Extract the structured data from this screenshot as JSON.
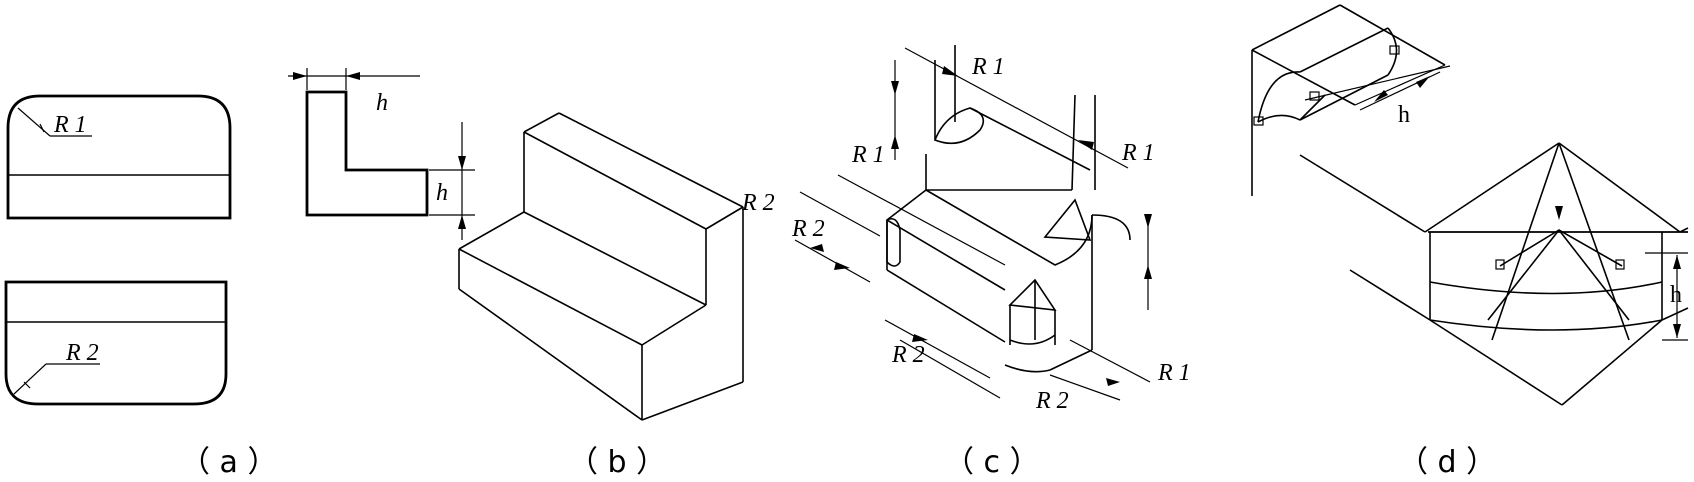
{
  "panels": {
    "a": {
      "caption": "（ a ）",
      "label_top": "R 1",
      "label_bottom": "R 2"
    },
    "b": {
      "caption": "（ b ）",
      "label_h_top": "h",
      "label_h_side": "h"
    },
    "c": {
      "caption": "（ c ）",
      "labels": [
        "R 1",
        "R 1",
        "R 1",
        "R 1",
        "R 2",
        "R 2",
        "R 2",
        "R 2"
      ]
    },
    "d": {
      "caption": "（ d ）",
      "label_top": "h",
      "label_bottom": "h"
    }
  }
}
